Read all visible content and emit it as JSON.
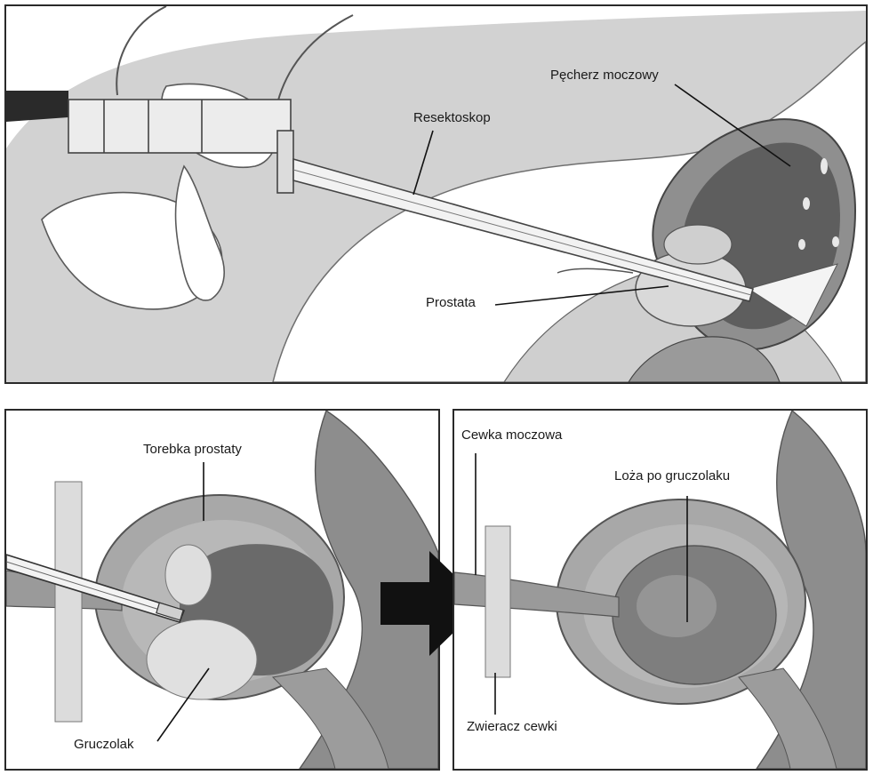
{
  "labels": {
    "bladder": "Pęcherz moczowy",
    "resectoscope": "Resektoskop",
    "prostate": "Prostata",
    "prostate_capsule": "Torebka prostaty",
    "adenoma": "Gruczolak",
    "urethra": "Cewka moczowa",
    "adenoma_bed": "Loża po gruczolaku",
    "urethral_sphincter": "Zwieracz cewki"
  },
  "colors": {
    "background": "#ffffff",
    "border": "#2a2a2a",
    "body_gray": "#c9c9c9",
    "bladder_dark": "#6b6b6b",
    "tissue_mid": "#9a9a9a",
    "arrow": "#111111"
  }
}
